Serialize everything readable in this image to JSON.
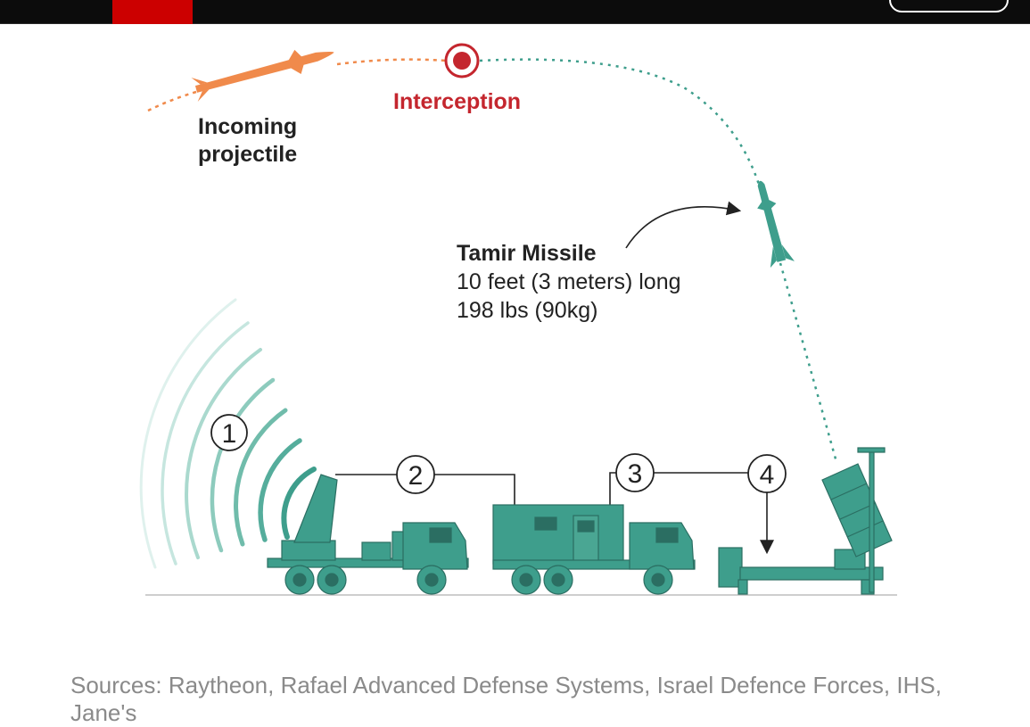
{
  "labels": {
    "incoming_line1": "Incoming",
    "incoming_line2": "projectile",
    "interception": "Interception",
    "tamir_title": "Tamir Missile",
    "tamir_length": "10 feet (3 meters) long",
    "tamir_weight": "198 lbs (90kg)"
  },
  "steps": [
    "1",
    "2",
    "3",
    "4"
  ],
  "sources": "Sources: Raytheon, Rafael Advanced Defense Systems, Israel Defence Forces, IHS, Jane's",
  "colors": {
    "teal": "#3e9e8c",
    "teal_dark": "#2b6e62",
    "orange": "#f08a4b",
    "interception_red": "#c4262e",
    "accent_red": "#cc0000",
    "topbar": "#0c0c0c"
  }
}
